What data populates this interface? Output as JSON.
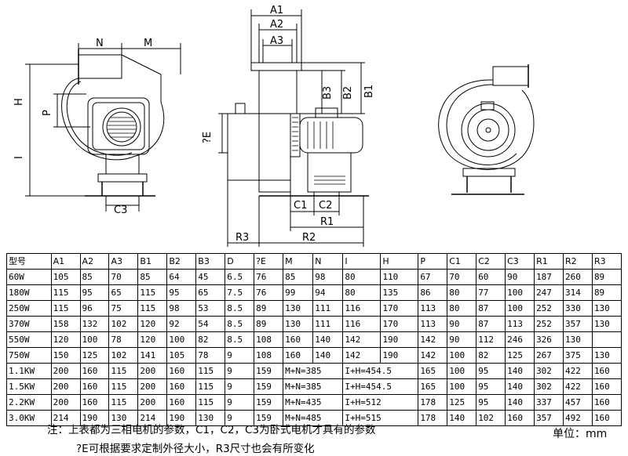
{
  "dimension_labels": {
    "left_view": {
      "n": "N",
      "m": "M",
      "h": "H",
      "p": "P",
      "i": "I",
      "c3": "C3"
    },
    "side_view": {
      "a1": "A1",
      "a2": "A2",
      "a3": "A3",
      "b1": "B1",
      "b2": "B2",
      "b3": "B3",
      "e": "?E",
      "c1": "C1",
      "c2": "C2",
      "r1": "R1",
      "r2": "R2",
      "r3": "R3"
    }
  },
  "table": {
    "headers": [
      "型号",
      "A1",
      "A2",
      "A3",
      "B1",
      "B2",
      "B3",
      "D",
      "?E",
      "M",
      "N",
      "I",
      "H",
      "P",
      "C1",
      "C2",
      "C3",
      "R1",
      "R2",
      "R3"
    ],
    "rows": [
      [
        "60W",
        "105",
        "85",
        "70",
        "85",
        "64",
        "45",
        "6.5",
        "76",
        "85",
        "98",
        "80",
        "110",
        "67",
        "70",
        "60",
        "90",
        "187",
        "260",
        "89"
      ],
      [
        "180W",
        "115",
        "95",
        "65",
        "115",
        "95",
        "65",
        "7.5",
        "76",
        "99",
        "94",
        "80",
        "135",
        "86",
        "80",
        "77",
        "100",
        "247",
        "314",
        "89"
      ],
      [
        "250W",
        "115",
        "96",
        "75",
        "115",
        "98",
        "53",
        "8.5",
        "89",
        "130",
        "111",
        "116",
        "170",
        "113",
        "80",
        "87",
        "100",
        "252",
        "330",
        "130"
      ],
      [
        "370W",
        "158",
        "132",
        "102",
        "120",
        "92",
        "54",
        "8.5",
        "89",
        "130",
        "111",
        "116",
        "170",
        "113",
        "90",
        "87",
        "113",
        "252",
        "357",
        "130"
      ],
      [
        "550W",
        "120",
        "100",
        "78",
        "120",
        "100",
        "82",
        "8.5",
        "108",
        "160",
        "140",
        "142",
        "190",
        "142",
        "90",
        "112",
        "246",
        "326",
        "130"
      ],
      [
        "750W",
        "150",
        "125",
        "102",
        "141",
        "105",
        "78",
        "9",
        "108",
        "160",
        "140",
        "142",
        "190",
        "142",
        "100",
        "82",
        "125",
        "267",
        "375",
        "130"
      ],
      [
        "1.1KW",
        "200",
        "160",
        "115",
        "200",
        "160",
        "115",
        "9",
        "159",
        "M+N=385",
        "I+H=454.5",
        "165",
        "100",
        "95",
        "140",
        "302",
        "422",
        "160"
      ],
      [
        "1.5KW",
        "200",
        "160",
        "115",
        "200",
        "160",
        "115",
        "9",
        "159",
        "M+N=385",
        "I+H=454.5",
        "165",
        "100",
        "95",
        "140",
        "302",
        "422",
        "160"
      ],
      [
        "2.2KW",
        "200",
        "160",
        "115",
        "200",
        "160",
        "115",
        "9",
        "159",
        "M+N=435",
        "I+H=512",
        "178",
        "125",
        "95",
        "140",
        "337",
        "457",
        "160"
      ],
      [
        "3.0KW",
        "214",
        "190",
        "130",
        "214",
        "190",
        "130",
        "9",
        "159",
        "M+N=485",
        "I+H=515",
        "178",
        "140",
        "102",
        "160",
        "357",
        "492",
        "160"
      ]
    ]
  },
  "notes": {
    "line1": "注：上表都为三相电机的参数，C1，C2，C3为卧式电机才具有的参数",
    "line2": "?E可根据要求定制外径大小，R3尺寸也会有所变化",
    "unit": "单位：mm"
  }
}
